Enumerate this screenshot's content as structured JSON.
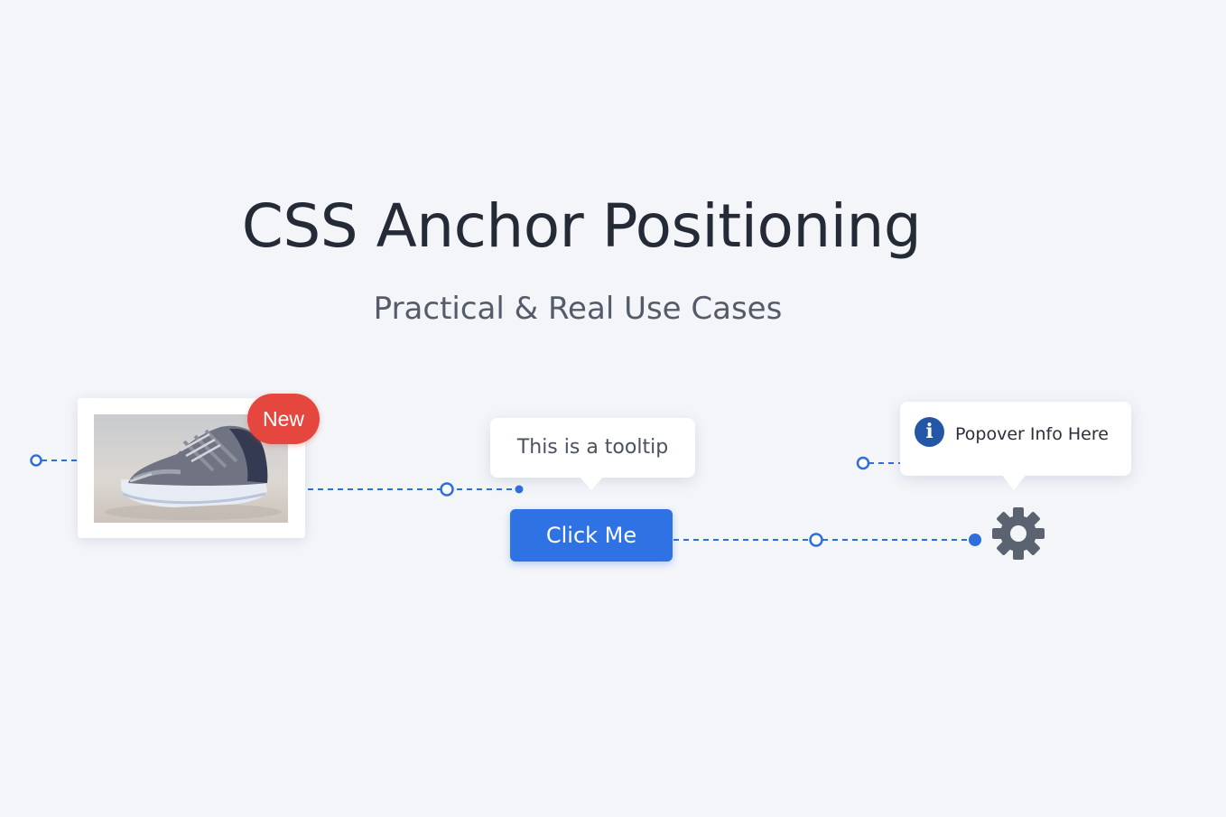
{
  "header": {
    "title": "CSS Anchor Positioning",
    "subtitle": "Practical & Real Use Cases"
  },
  "product": {
    "badge_label": "New",
    "image_icon": "sneaker-image"
  },
  "tooltip": {
    "text": "This is a tooltip",
    "button_label": "Click Me"
  },
  "popover": {
    "text": "Popover Info Here",
    "info_glyph": "i",
    "icon": "info-icon",
    "trigger_icon": "gear-icon"
  },
  "colors": {
    "background": "#f3f5f9",
    "accent": "#2f72e4",
    "badge": "#e5473e",
    "connector": "#2f6fdc",
    "info_icon": "#2356a6",
    "gear": "#5b6270"
  }
}
